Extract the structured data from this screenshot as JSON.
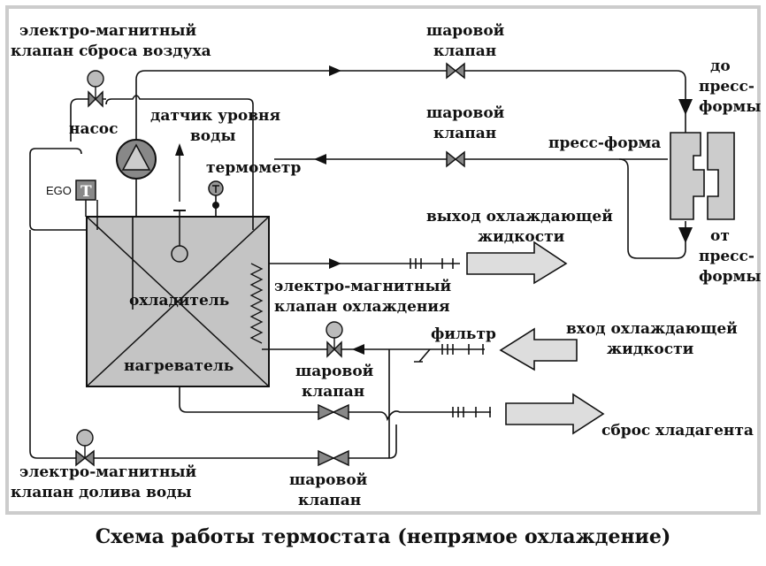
{
  "labels": {
    "air_valve_1": "электро-магнитный",
    "air_valve_2": "клапан сброса воздуха",
    "pump": "насос",
    "level_sensor_1": "датчик уровня",
    "level_sensor_2": "воды",
    "thermometer": "термометр",
    "ego": "EGO",
    "ego_t": "T",
    "ball_valve_top_1": "шаровой",
    "ball_valve_top_2": "клапан",
    "ball_valve_mid_1": "шаровой",
    "ball_valve_mid_2": "клапан",
    "to_mold_1": "до",
    "to_mold_2": "пресс-",
    "to_mold_3": "формы",
    "mold": "пресс-форма",
    "from_mold_1": "от",
    "from_mold_2": "пресс-",
    "from_mold_3": "формы",
    "coolant_out_1": "выход охлаждающей",
    "coolant_out_2": "жидкости",
    "cooler": "охладитель",
    "cooling_valve_1": "электро-магнитный",
    "cooling_valve_2": "клапан охлаждения",
    "filter": "фильтр",
    "coolant_in_1": "вход охлаждающей",
    "coolant_in_2": "жидкости",
    "heater": "нагреватель",
    "ball_valve_low_1": "шаровой",
    "ball_valve_low_2": "клапан",
    "refrigerant_discharge": "сброс хладагента",
    "water_valve_1": "электро-магнитный",
    "water_valve_2": "клапан долива воды",
    "ball_valve_bottom_1": "шаровой",
    "ball_valve_bottom_2": "клапан"
  },
  "caption": "Схема работы термостата (непрямое охлаждение)"
}
